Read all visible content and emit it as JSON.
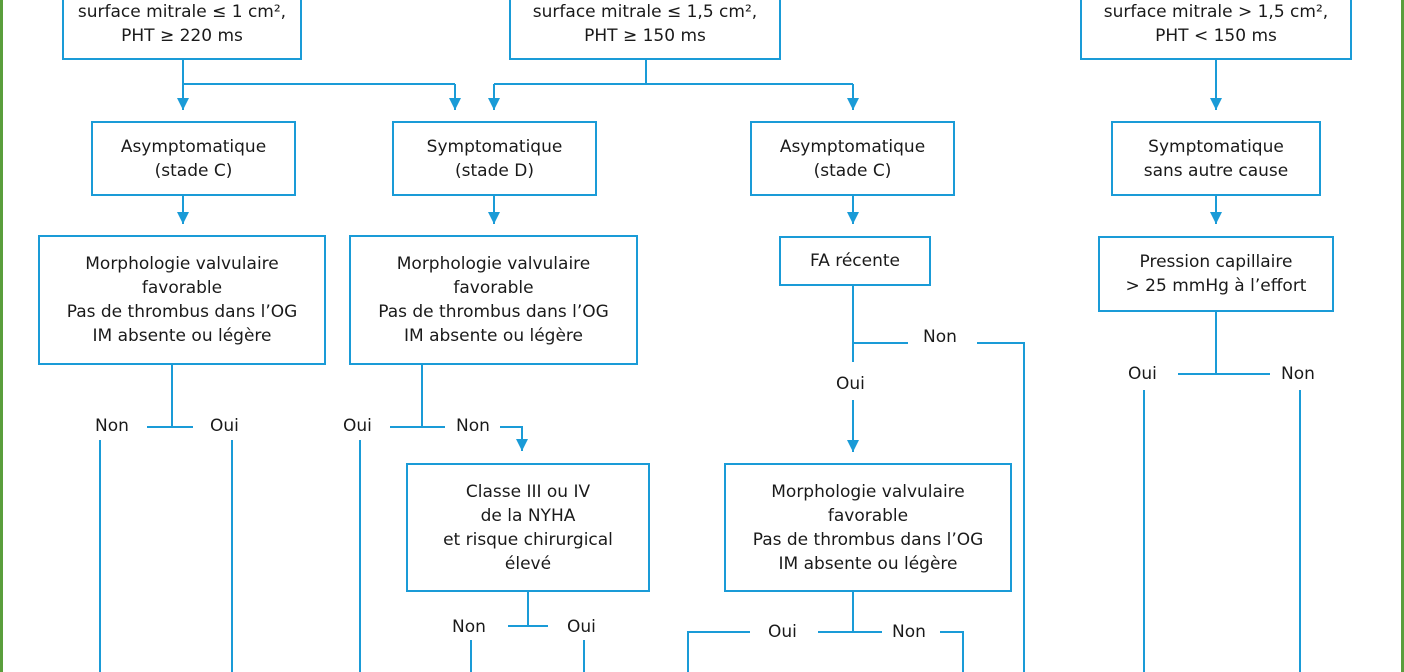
{
  "colors": {
    "box_border": "#1a9bd7",
    "connector": "#1a9bd7",
    "frame": "#5a9e3c",
    "text": "#1a1a1a"
  },
  "boxes": {
    "top_left": {
      "line1": "surface mitrale ≤ 1 cm²,",
      "line2": "PHT ≥ 220 ms"
    },
    "top_center": {
      "line1": "surface mitrale ≤ 1,5 cm²,",
      "line2": "PHT ≥ 150 ms"
    },
    "top_right": {
      "line1": "surface mitrale > 1,5 cm²,",
      "line2": "PHT < 150 ms"
    },
    "asympto_left": {
      "line1": "Asymptomatique",
      "line2": "(stade C)"
    },
    "sympto_d": {
      "line1": "Symptomatique",
      "line2": "(stade D)"
    },
    "asympto_center": {
      "line1": "Asymptomatique",
      "line2": "(stade C)"
    },
    "sympto_right": {
      "line1": "Symptomatique",
      "line2": "sans autre cause"
    },
    "morpho_left": {
      "line1": "Morphologie valvulaire",
      "line2": "favorable",
      "line3": "Pas de thrombus dans l’OG",
      "line4": "IM absente ou légère"
    },
    "morpho_middle": {
      "line1": "Morphologie valvulaire",
      "line2": "favorable",
      "line3": "Pas de thrombus dans l’OG",
      "line4": "IM absente ou légère"
    },
    "fa_recente": {
      "line1": "FA récente"
    },
    "pression": {
      "line1": "Pression capillaire",
      "line2": "> 25 mmHg à l’effort"
    },
    "classe": {
      "line1": "Classe III ou IV",
      "line2": "de la NYHA",
      "line3": "et risque chirurgical",
      "line4": "élevé"
    },
    "morpho_low": {
      "line1": "Morphologie valvulaire",
      "line2": "favorable",
      "line3": "Pas de thrombus dans l’OG",
      "line4": "IM absente ou légère"
    }
  },
  "labels": {
    "morpho_left_non": "Non",
    "morpho_left_oui": "Oui",
    "morpho_middle_oui": "Oui",
    "morpho_middle_non": "Non",
    "fa_non": "Non",
    "fa_oui": "Oui",
    "pression_oui": "Oui",
    "pression_non": "Non",
    "classe_non": "Non",
    "classe_oui": "Oui",
    "morpho_low_oui": "Oui",
    "morpho_low_non": "Non"
  }
}
